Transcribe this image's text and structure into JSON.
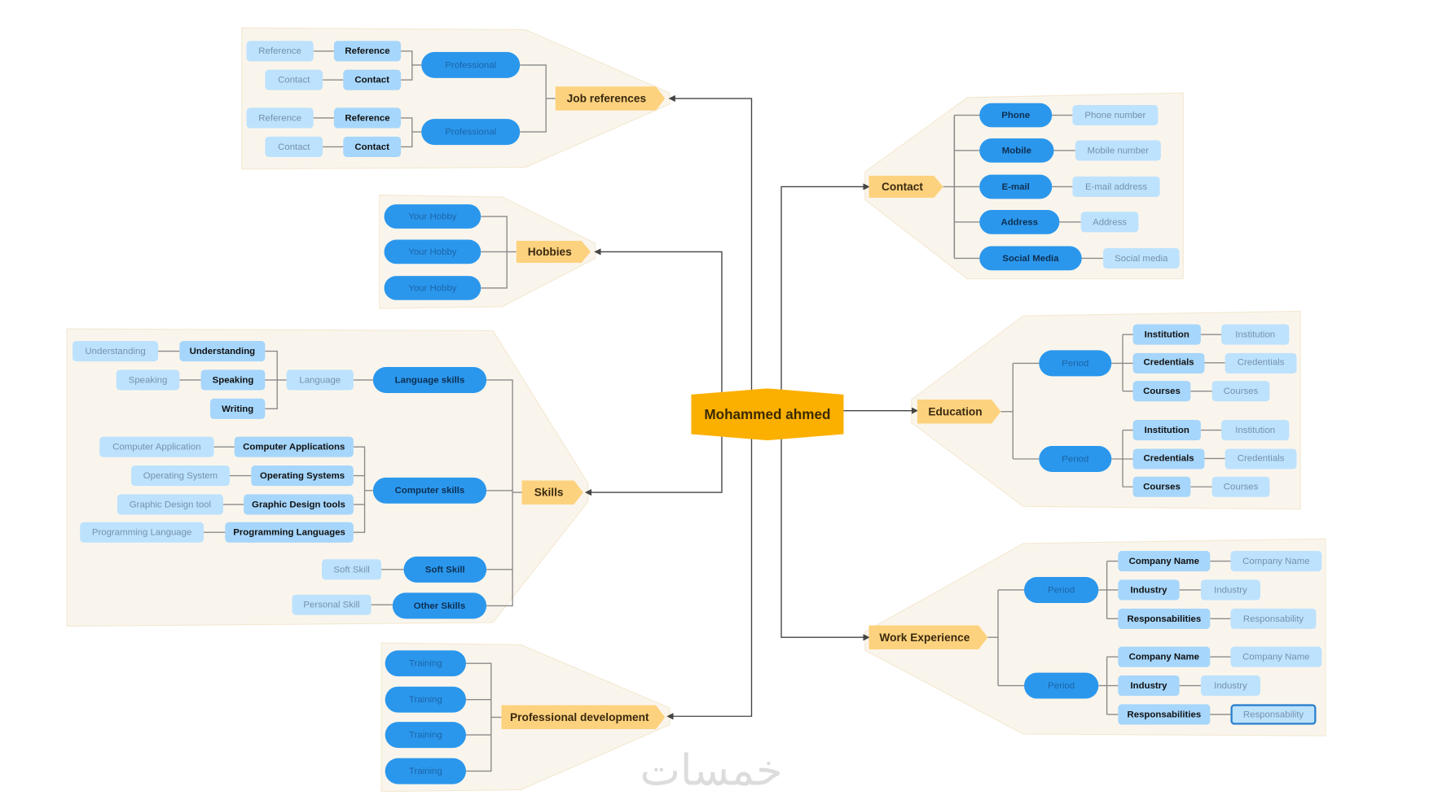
{
  "center": "Mohammed ahmed",
  "job_references": {
    "label": "Job references",
    "groups": [
      {
        "label": "Professional",
        "items": [
          {
            "child": "Reference",
            "leaf": "Reference"
          },
          {
            "child": "Contact",
            "leaf": "Contact"
          }
        ]
      },
      {
        "label": "Professional",
        "items": [
          {
            "child": "Reference",
            "leaf": "Reference"
          },
          {
            "child": "Contact",
            "leaf": "Contact"
          }
        ]
      }
    ]
  },
  "hobbies": {
    "label": "Hobbies",
    "items": [
      "Your Hobby",
      "Your Hobby",
      "Your Hobby"
    ]
  },
  "skills": {
    "label": "Skills",
    "language": {
      "label": "Language skills",
      "sub": "Language",
      "items": [
        {
          "child": "Understanding",
          "leaf": "Understanding"
        },
        {
          "child": "Speaking",
          "leaf": "Speaking"
        },
        {
          "child": "Writing"
        }
      ]
    },
    "computer": {
      "label": "Computer skills",
      "items": [
        {
          "child": "Computer Applications",
          "leaf": "Computer Application"
        },
        {
          "child": "Operating Systems",
          "leaf": "Operating System"
        },
        {
          "child": "Graphic Design tools",
          "leaf": "Graphic Design tool"
        },
        {
          "child": "Programming Languages",
          "leaf": "Programming Language"
        }
      ]
    },
    "soft": {
      "label": "Soft Skill",
      "leaf": "Soft Skill"
    },
    "other": {
      "label": "Other Skills",
      "leaf": "Personal Skill"
    }
  },
  "professional_development": {
    "label": "Professional development",
    "items": [
      "Training",
      "Training",
      "Training",
      "Training"
    ]
  },
  "contact": {
    "label": "Contact",
    "items": [
      {
        "label": "Phone",
        "value": "Phone number"
      },
      {
        "label": "Mobile",
        "value": "Mobile number"
      },
      {
        "label": "E-mail",
        "value": "E-mail address"
      },
      {
        "label": "Address",
        "value": "Address"
      },
      {
        "label": "Social Media",
        "value": "Social media"
      }
    ]
  },
  "education": {
    "label": "Education",
    "periods": [
      {
        "label": "Period",
        "items": [
          {
            "child": "Institution",
            "leaf": "Institution"
          },
          {
            "child": "Credentials",
            "leaf": "Credentials"
          },
          {
            "child": "Courses",
            "leaf": "Courses"
          }
        ]
      },
      {
        "label": "Period",
        "items": [
          {
            "child": "Institution",
            "leaf": "Institution"
          },
          {
            "child": "Credentials",
            "leaf": "Credentials"
          },
          {
            "child": "Courses",
            "leaf": "Courses"
          }
        ]
      }
    ]
  },
  "work_experience": {
    "label": "Work Experience",
    "periods": [
      {
        "label": "Period",
        "items": [
          {
            "child": "Company Name",
            "leaf": "Company Name"
          },
          {
            "child": "Industry",
            "leaf": "Industry"
          },
          {
            "child": "Responsabilities",
            "leaf": "Responsability"
          }
        ]
      },
      {
        "label": "Period",
        "items": [
          {
            "child": "Company Name",
            "leaf": "Company Name"
          },
          {
            "child": "Industry",
            "leaf": "Industry"
          },
          {
            "child": "Responsabilities",
            "leaf": "Responsability"
          }
        ]
      }
    ]
  },
  "watermark": "خمسات",
  "colors": {
    "topic": "#fdd27e",
    "central": "#fbb000",
    "pill": "#2b97ec",
    "box": "#a6d6fb",
    "region": "#faf5ec"
  }
}
